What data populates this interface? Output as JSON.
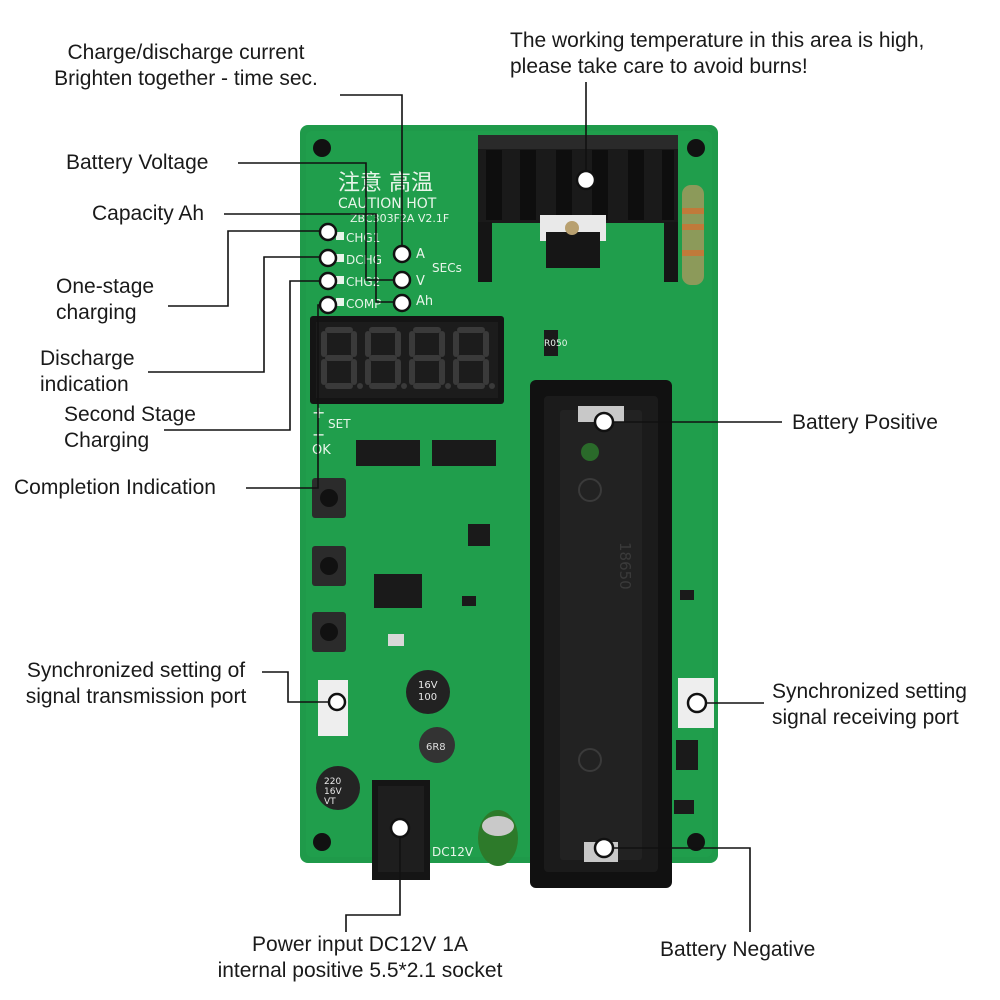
{
  "board": {
    "caution_cn": "注意  高温",
    "caution_en": "CAUTION HOT",
    "model": "ZBC303F2A  V2.1F",
    "led_labels": [
      "CHG1",
      "DCHG",
      "CHG2",
      "COMP"
    ],
    "unit_labels": [
      "A",
      "V",
      "Ah"
    ],
    "secs_label": "SECs",
    "set_label": "SET",
    "ok_label": "OK",
    "resistor_mark": "R050",
    "holder_mark": "18650",
    "cap1_mark": [
      "100",
      "16V"
    ],
    "cap2_mark": [
      "220",
      "16V",
      "VT"
    ],
    "inductor_mark": "6R8",
    "dc_mark": "DC12V",
    "plus_sign": "+",
    "minus_sign": "−"
  },
  "labels": {
    "current": [
      "Charge/discharge current",
      "Brighten together - time sec."
    ],
    "temperature": [
      "The working temperature in this area is high,",
      "please take care to avoid burns!"
    ],
    "voltage": "Battery Voltage",
    "capacity": "Capacity Ah",
    "one_stage": [
      "One-stage",
      "charging"
    ],
    "discharge": [
      "Discharge",
      "indication"
    ],
    "second_stage": [
      "Second Stage",
      "Charging"
    ],
    "completion": "Completion Indication",
    "sync_tx": [
      "Synchronized setting of",
      "signal transmission port"
    ],
    "sync_rx": [
      "Synchronized setting",
      "signal receiving port"
    ],
    "positive": "Battery Positive",
    "negative": "Battery Negative",
    "power": [
      "Power input DC12V 1A",
      "internal positive 5.5*2.1 socket"
    ]
  },
  "colors": {
    "pcb": "#1f9a4a",
    "pcb_dark": "#177a3a",
    "silk": "#e8f5ea",
    "black": "#151515",
    "led_red": "#e8202a"
  }
}
